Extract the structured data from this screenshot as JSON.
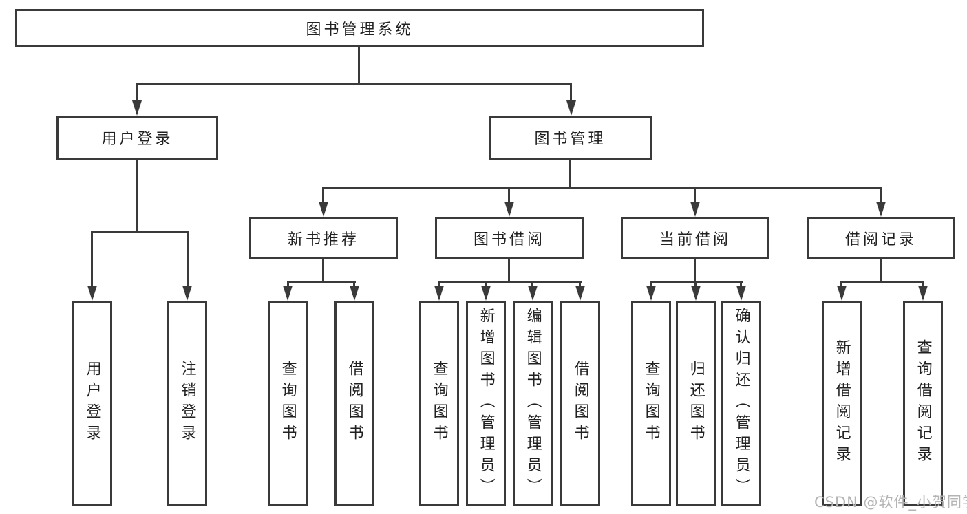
{
  "diagram_title": "图书管理系统",
  "nodes": {
    "root": "图书管理系统",
    "user_login_branch": "用户登录",
    "book_mgmt_branch": "图书管理",
    "new_book_rec": "新书推荐",
    "book_borrow": "图书借阅",
    "current_borrow": "当前借阅",
    "borrow_records": "借阅记录",
    "leaf_user_login": "用户登录",
    "leaf_logout": "注销登录",
    "leaf_rec_query": "查询图书",
    "leaf_rec_borrow": "借阅图书",
    "leaf_bb_query": "查询图书",
    "leaf_bb_add": "新增图书（管理员）",
    "leaf_bb_edit": "编辑图书（管理员）",
    "leaf_bb_borrow": "借阅图书",
    "leaf_cb_query": "查询图书",
    "leaf_cb_return": "归还图书",
    "leaf_cb_confirm": "确认归还（管理员）",
    "leaf_br_add": "新增借阅记录",
    "leaf_br_query": "查询借阅记录"
  },
  "watermark": "CSDN @软件_小贺同学",
  "colors": {
    "line": "#3a3a3a",
    "text": "#212121",
    "watermark": "#b4b4b4",
    "background": "#ffffff"
  }
}
